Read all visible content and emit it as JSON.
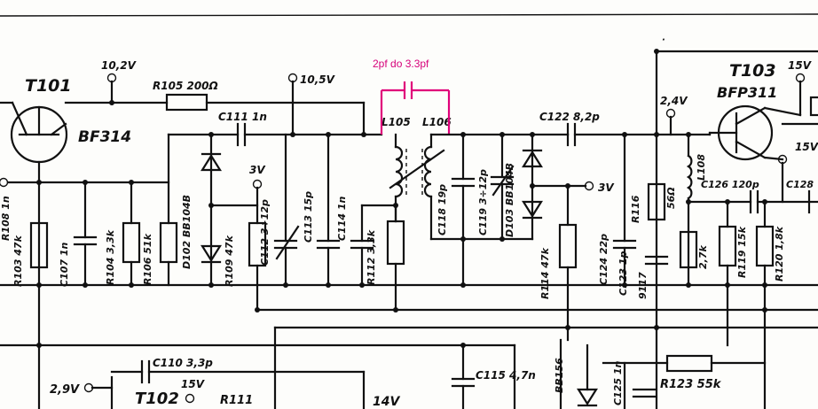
{
  "annotation": {
    "text": "2pf do 3.3pf",
    "color": "#d6007a"
  },
  "transistors": [
    {
      "ref": "T101",
      "type": "BF314"
    },
    {
      "ref": "T103",
      "type": "BFP311"
    },
    {
      "ref": "T102"
    }
  ],
  "voltages": [
    "10,2V",
    "10,5V",
    "3V",
    "3V",
    "2,4V",
    "15V",
    "15V",
    "15V",
    "2,9V",
    "14V"
  ],
  "components": {
    "r105": "R105 200Ω",
    "c111": "C111 1n",
    "r103": "R103 47k",
    "c107": "C107 1n",
    "r104": "R104 3,3k",
    "r106": "R106 51k",
    "d102": "D102 BB104B",
    "r109": "R109 47k",
    "c112": "C112 3÷12p",
    "c113": "C113 15p",
    "c114": "C114 1n",
    "l105": "L105",
    "l106": "L106",
    "r112": "R112 3,3k",
    "c118": "C118 19p",
    "c119": "C119 3÷12p",
    "d103": "D103 BB104B",
    "c122": "C122 8,2p",
    "r114": "R114 47k",
    "c124": "C124 22p",
    "c123": "C123 1p",
    "r116": "R116",
    "r117": "56Ω",
    "c117": "9117",
    "l108": "L108",
    "c126": "C126 120p",
    "c128": "C128",
    "r118": "2,7k",
    "r119": "R119 15k",
    "r120": "R120 1,8k",
    "c110": "C110 3,3p",
    "r111": "R111",
    "c115": "C115 4,7n",
    "d104": "BB156",
    "c125": "C125 1n",
    "r123": "R123 55k",
    "r_left": "R108 1n"
  }
}
